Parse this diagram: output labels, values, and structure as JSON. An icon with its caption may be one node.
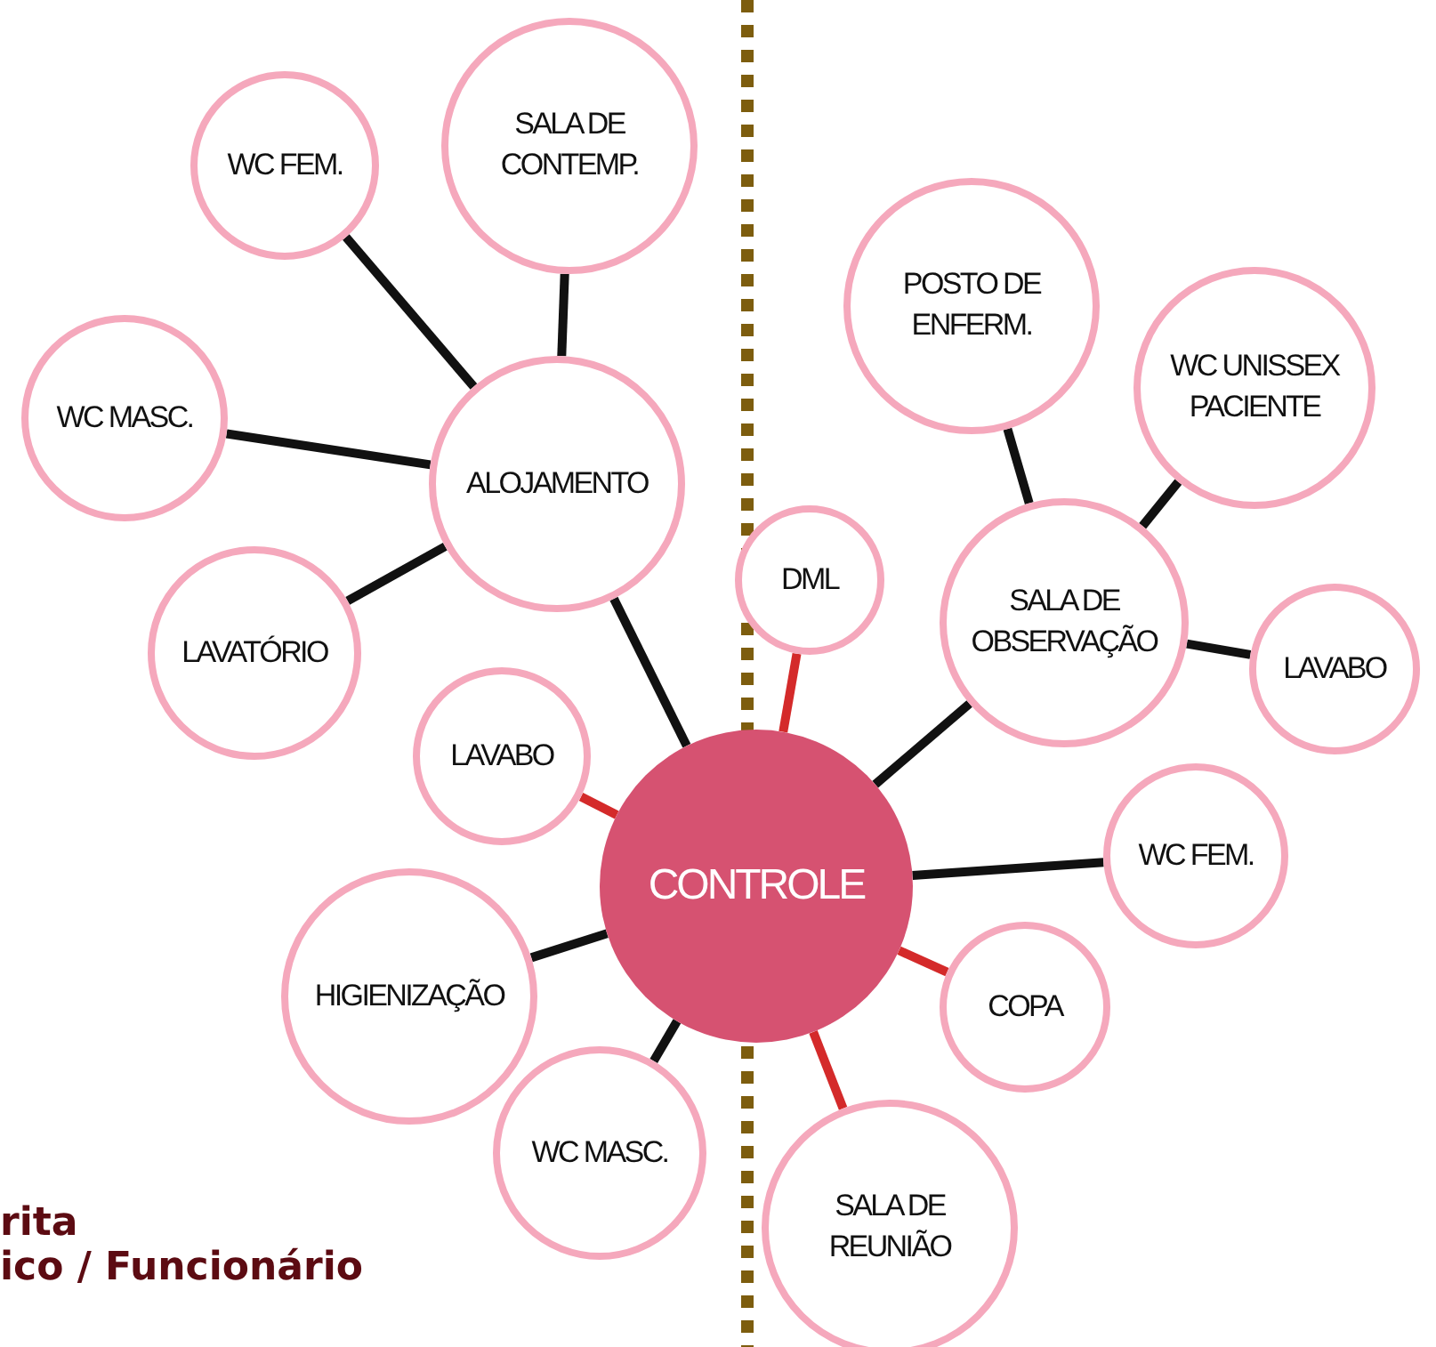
{
  "diagram": {
    "nodes": [
      {
        "text": [
          "WC FEM."
        ]
      },
      {
        "text": [
          "SALA DE CONTEMP."
        ]
      },
      {
        "text": [
          "WC MASC."
        ]
      },
      {
        "text": [
          "ALOJAMENTO"
        ]
      },
      {
        "text": [
          "LAVATÓRIO"
        ]
      },
      {
        "text": [
          "LAVABO"
        ]
      },
      {
        "text": [
          "DML"
        ]
      },
      {
        "text": [
          "POSTO DE ENFERM."
        ]
      },
      {
        "text": [
          "WC UNISSEX PACIENTE"
        ]
      },
      {
        "text": [
          "SALA DE OBSERVAÇÃO"
        ]
      },
      {
        "text": [
          "LAVABO"
        ]
      },
      {
        "text": [
          "CONTROLE"
        ]
      },
      {
        "text": [
          "HIGIENIZAÇÃO"
        ]
      },
      {
        "text": [
          "WC FEM."
        ]
      },
      {
        "text": [
          "COPA"
        ]
      },
      {
        "text": [
          "WC MASC."
        ]
      },
      {
        "text": [
          "SALA DE REUNIÃO"
        ]
      }
    ],
    "edges": [
      {
        "from": 0,
        "to": 3,
        "arrow": "none"
      },
      {
        "from": 1,
        "to": 3,
        "arrow": "none"
      },
      {
        "from": 2,
        "to": 3,
        "arrow": "none"
      },
      {
        "from": 4,
        "to": 3,
        "arrow": "none"
      },
      {
        "from": 3,
        "to": 11,
        "arrow": "none"
      },
      {
        "from": 5,
        "to": 11,
        "arrow": "none",
        "color": "#d42a2a"
      },
      {
        "from": 6,
        "to": 11,
        "arrow": "none",
        "color": "#d42a2a"
      },
      {
        "from": 7,
        "to": 9,
        "arrow": "none"
      },
      {
        "from": 8,
        "to": 9,
        "arrow": "none"
      },
      {
        "from": 10,
        "to": 9,
        "arrow": "none"
      },
      {
        "from": 9,
        "to": 11,
        "arrow": "none"
      },
      {
        "from": 13,
        "to": 11,
        "arrow": "none"
      },
      {
        "from": 14,
        "to": 11,
        "arrow": "none",
        "color": "#d42a2a"
      },
      {
        "from": 12,
        "to": 11,
        "arrow": "none"
      },
      {
        "from": 15,
        "to": 11,
        "arrow": "none"
      },
      {
        "from": 16,
        "to": 11,
        "arrow": "none",
        "color": "#d42a2a"
      }
    ],
    "labels": [
      "rita",
      "ico / Funcionário"
    ]
  }
}
